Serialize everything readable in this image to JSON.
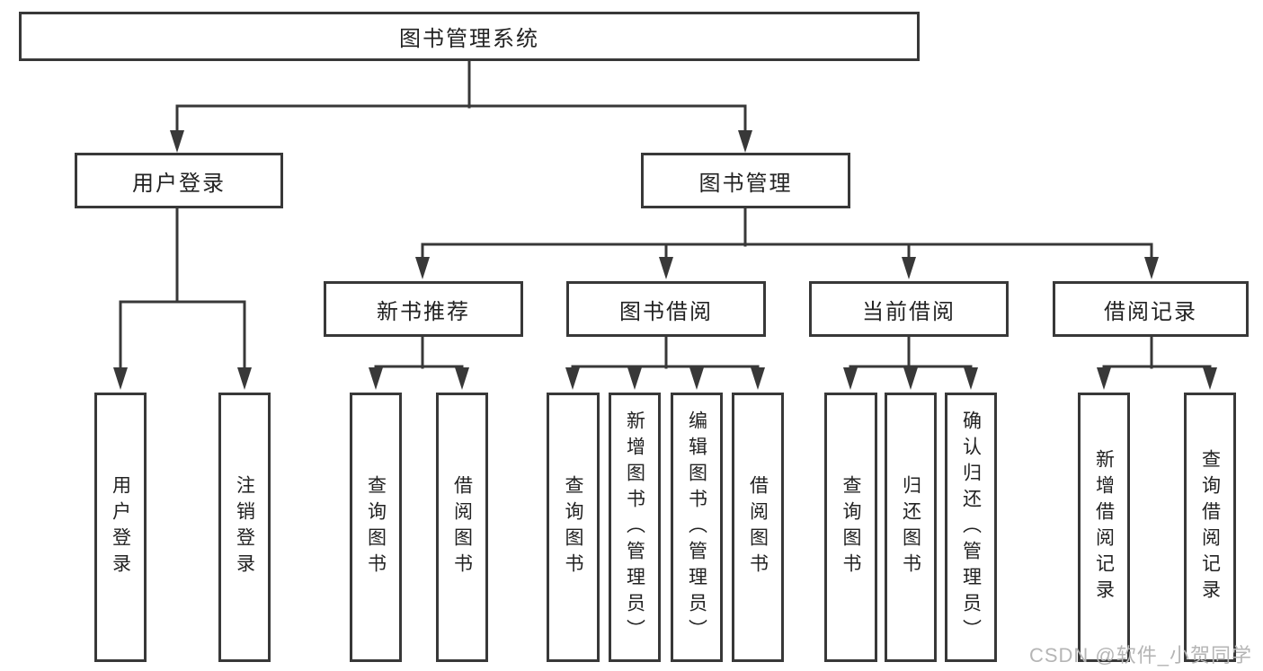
{
  "tree": {
    "root": {
      "label": "图书管理系统"
    },
    "branches": [
      {
        "label": "用户登录",
        "leaves": [
          "用户登录",
          "注销登录"
        ]
      },
      {
        "label": "图书管理",
        "groups": [
          {
            "label": "新书推荐",
            "leaves": [
              "查询图书",
              "借阅图书"
            ]
          },
          {
            "label": "图书借阅",
            "leaves": [
              "查询图书",
              "新增图书（管理员）",
              "编辑图书（管理员）",
              "借阅图书"
            ]
          },
          {
            "label": "当前借阅",
            "leaves": [
              "查询图书",
              "归还图书",
              "确认归还（管理员）"
            ]
          },
          {
            "label": "借阅记录",
            "leaves": [
              "新增借阅记录",
              "查询借阅记录"
            ]
          }
        ]
      }
    ]
  },
  "watermark": "CSDN @软件_小贺同学",
  "colors": {
    "line": "#383838",
    "text": "#222222",
    "watermark": "#b5b5b5",
    "background": "#ffffff"
  }
}
